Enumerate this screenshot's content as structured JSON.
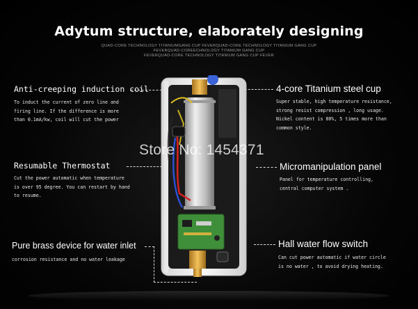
{
  "title": "Adytum structure, elaborately designing",
  "sublines": [
    "QUAD-CORE TECHNOLOGY TITANIUMGANG CUP FEVERQUAD-CORE TECHNOLOGY TITANIUM GANG CUP",
    "FEVERQUAD-COREECHNOLOGY TITANIUM GANG CUP",
    "FEVERQUAD-CORE TECHNOLOGY TITANIUM GANG CUP FEVER"
  ],
  "watermark": "Store No: 1454371",
  "features": {
    "induction_coil": {
      "heading": "Anti-creeping  induction coil",
      "desc": "To induct the current of zero line and\nfiring line. If the difference is more\nthan 0.1mA/kw, coil will cut the power"
    },
    "thermostat": {
      "heading": "Resumable Thermostat",
      "desc": "Cut the power automatic when temperature\nis over 95 degree. You can restart by hand\nto resume."
    },
    "brass_device": {
      "heading": "Pure brass device for water inlet",
      "desc": "corrosion resistance and no water leakage"
    },
    "titanium_cup": {
      "heading": "4-core Titanium steel cup",
      "desc": "Super stable, high temperature resistance,\nstrong resist compression , long usage.\nNickel content is 80%, 5 times more than\ncommon style."
    },
    "micromanipulation": {
      "heading": "Micromanipulation panel",
      "desc": "Panel for temperature controlling,\ncentral computer system ."
    },
    "flow_switch": {
      "heading": "Hall water flow switch",
      "desc": "Can cut power automatic if water circle\nis no water , to avoid drying heating."
    }
  },
  "colors": {
    "background": "#000000",
    "text": "#ffffff",
    "housing": "#f2f2f2",
    "cup": "#c9c9c9",
    "brass": "#d9a43a",
    "pcb": "#3f8f3a",
    "wire_red": "#d92020",
    "wire_blue": "#2a4fd0"
  }
}
